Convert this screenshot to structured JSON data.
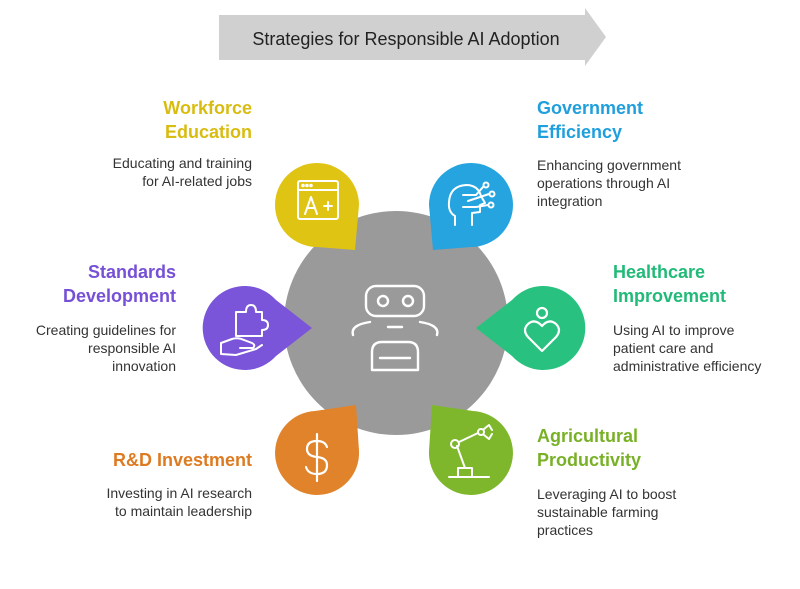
{
  "banner": {
    "text": "Strategies for Responsible AI Adoption"
  },
  "center": {
    "icon": "robot-icon",
    "color": "#9a9a9a"
  },
  "items": [
    {
      "title_lines": [
        "Workforce",
        "Education"
      ],
      "desc_lines": [
        "Educating and training",
        "for AI-related jobs"
      ],
      "color": "#e0c414",
      "icon": "certificate-a-plus-icon"
    },
    {
      "title_lines": [
        "Government",
        "Efficiency"
      ],
      "desc_lines": [
        "Enhancing government",
        "operations through AI",
        "integration"
      ],
      "color": "#25a4df",
      "icon": "ai-head-icon"
    },
    {
      "title_lines": [
        "Standards",
        "Development"
      ],
      "desc_lines": [
        "Creating guidelines for",
        "responsible AI",
        "innovation"
      ],
      "color": "#7b55d9",
      "icon": "hand-puzzle-icon"
    },
    {
      "title_lines": [
        "Healthcare",
        "Improvement"
      ],
      "desc_lines": [
        "Using AI to improve",
        "patient care and",
        "administrative efficiency"
      ],
      "color": "#29c17f",
      "icon": "person-heart-icon"
    },
    {
      "title_lines": [
        "R&D Investment"
      ],
      "desc_lines": [
        "Investing in AI research",
        "to maintain leadership"
      ],
      "color": "#e0832b",
      "icon": "dollar-icon"
    },
    {
      "title_lines": [
        "Agricultural",
        "Productivity"
      ],
      "desc_lines": [
        "Leveraging AI to boost",
        "sustainable farming",
        "practices"
      ],
      "color": "#7fb72c",
      "icon": "robotic-arm-icon"
    }
  ]
}
